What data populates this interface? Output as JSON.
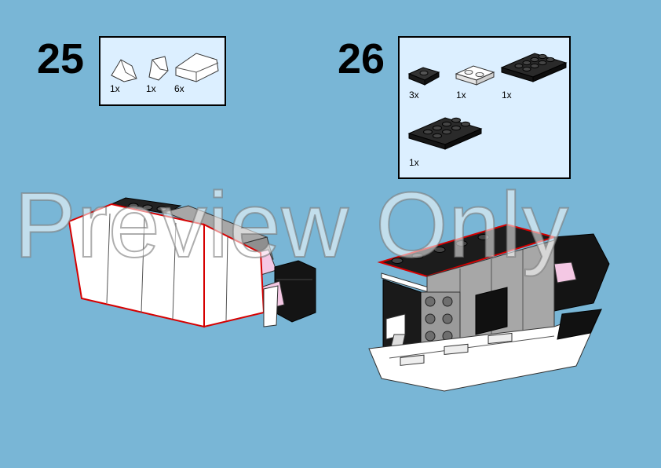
{
  "steps": [
    {
      "number": "25",
      "parts": [
        {
          "qty": "1x",
          "part": "white-curved-wedge-left"
        },
        {
          "qty": "1x",
          "part": "white-curved-wedge-right"
        },
        {
          "qty": "6x",
          "part": "white-curved-slope"
        }
      ]
    },
    {
      "number": "26",
      "parts": [
        {
          "qty": "3x",
          "part": "black-jumper-plate"
        },
        {
          "qty": "1x",
          "part": "white-plate-1x2"
        },
        {
          "qty": "1x",
          "part": "black-plate-2x4"
        },
        {
          "qty": "1x",
          "part": "black-plate-2x4"
        }
      ]
    }
  ],
  "watermark": "Preview Only",
  "colors": {
    "background": "#79b6d6",
    "parts_box": "#dcefff",
    "brick_black": "#111111",
    "brick_white": "#ffffff",
    "brick_grey": "#a7a7a7",
    "brick_pink": "#f4c8e4",
    "highlight_red": "#d60000"
  }
}
